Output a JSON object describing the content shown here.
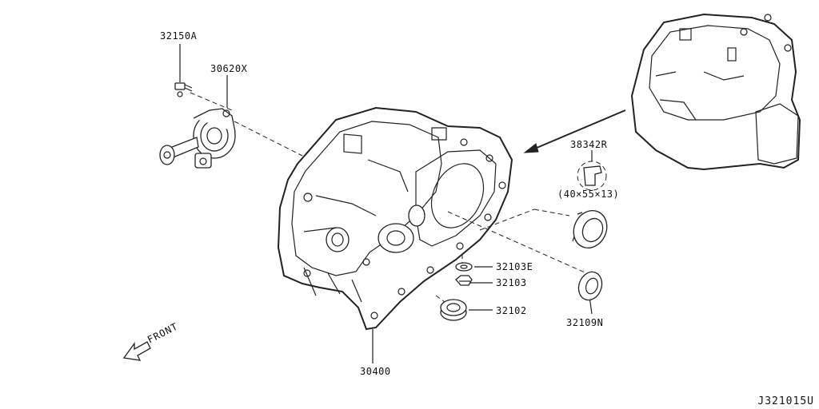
{
  "parts": [
    {
      "id": "p1",
      "number": "32150A"
    },
    {
      "id": "p2",
      "number": "30620X"
    },
    {
      "id": "p3",
      "number": "38342R"
    },
    {
      "id": "p4",
      "number": "(40×55×13)"
    },
    {
      "id": "p5",
      "number": "32103E"
    },
    {
      "id": "p6",
      "number": "32103"
    },
    {
      "id": "p7",
      "number": "32102"
    },
    {
      "id": "p8",
      "number": "32109N"
    },
    {
      "id": "p9",
      "number": "30400"
    }
  ],
  "direction_label": "FRONT",
  "diagram_code": "J321015U"
}
